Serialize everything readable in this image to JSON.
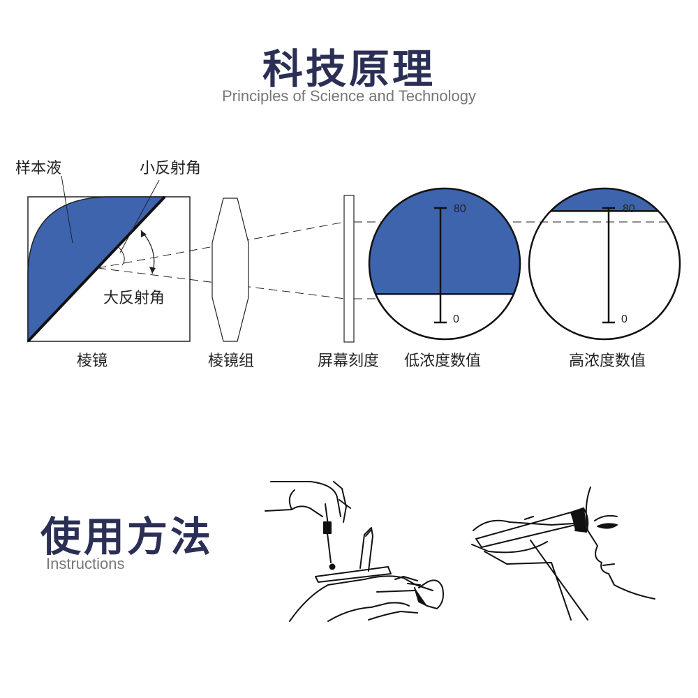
{
  "header": {
    "title": "科技原理",
    "subtitle": "Principles of Science and Technology"
  },
  "diagram": {
    "labels": {
      "sample_liquid": "样本液",
      "small_reflection_angle": "小反射角",
      "large_reflection_angle": "大反射角",
      "prism": "棱镜",
      "prism_group": "棱镜组",
      "screen_scale": "屏幕刻度",
      "low_concentration": "低浓度数值",
      "high_concentration": "高浓度数值"
    },
    "scale": {
      "max": "80",
      "min": "0"
    },
    "readings": {
      "low_fill_fraction": 0.7,
      "high_fill_fraction": 0.15
    },
    "colors": {
      "accent": "#3d64ad",
      "title": "#2b2f55"
    }
  },
  "instructions": {
    "title": "使用方法",
    "subtitle": "Instructions",
    "illustrations": [
      "dropper-on-prism-illustration",
      "viewing-eyepiece-illustration"
    ]
  }
}
